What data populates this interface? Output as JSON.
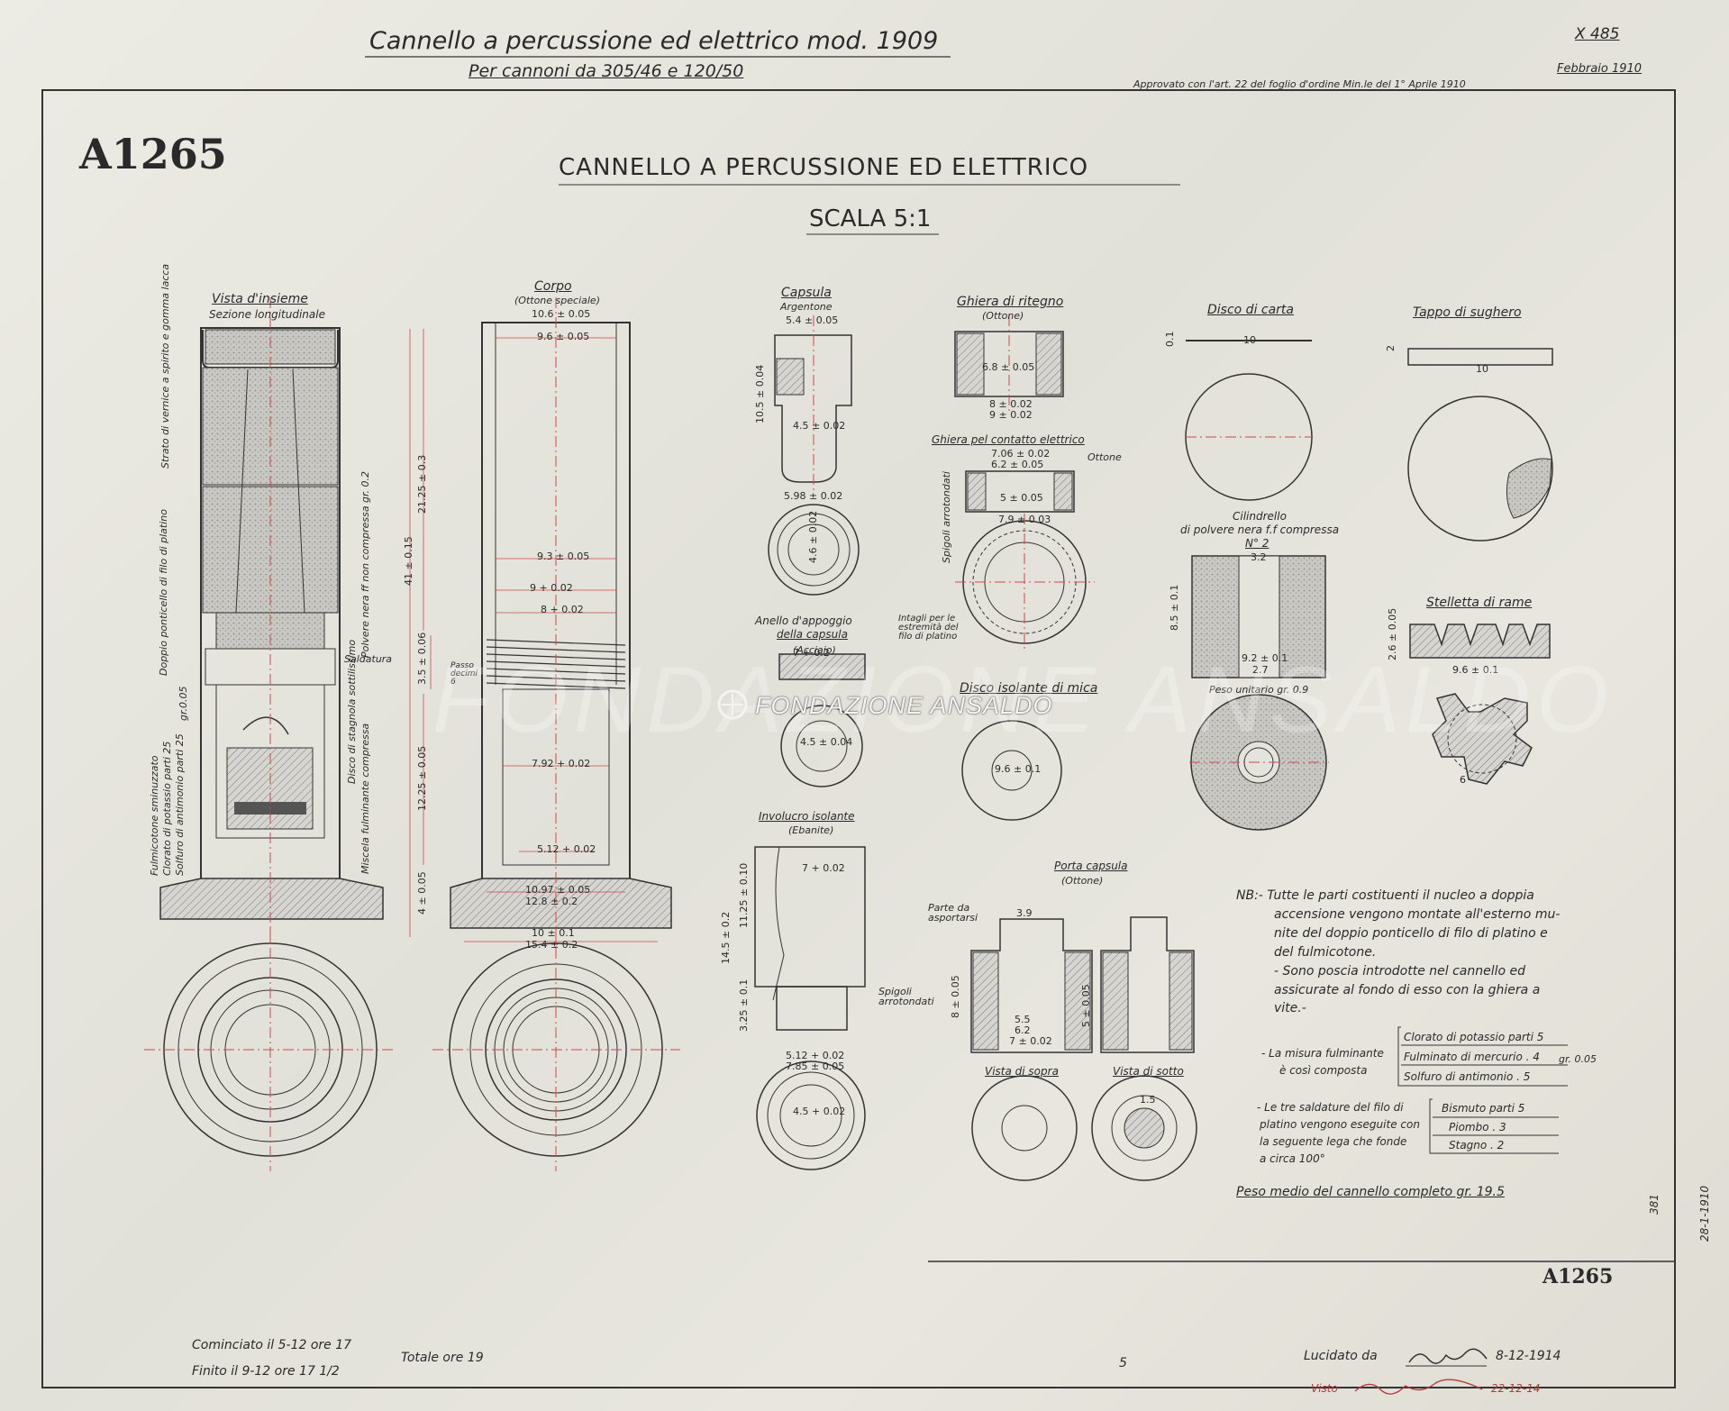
{
  "header": {
    "title_line1": "Cannello a percussione ed elettrico mod. 1909",
    "title_line2": "Per cannoni da 305/46 e 120/50",
    "ref_code": "X 485",
    "approval": "Approvato con l'art. 22 del foglio d'ordine Min.le del 1° Aprile 1910",
    "date": "Febbraio 1910"
  },
  "drawing": {
    "number": "A1265",
    "number_bottom": "A1265",
    "main_title": "CANNELLO A PERCUSSIONE ED ELETTRICO",
    "scale": "SCALA 5:1"
  },
  "views": {
    "vista_insieme": "Vista d'insieme",
    "sezione": "Sezione longitudinale",
    "corpo": "Corpo",
    "corpo_material": "(Ottone speciale)",
    "capsula": "Capsula",
    "capsula_material": "Argentone",
    "ghiera_ritegno": "Ghiera di ritegno",
    "ghiera_ritegno_material": "(Ottone)",
    "ghiera_contatto": "Ghiera pel contatto elettrico",
    "ghiera_contatto_material": "Ottone",
    "disco_carta": "Disco di carta",
    "tappo_sughero": "Tappo di sughero",
    "cilindrello_l1": "Cilindrello",
    "cilindrello_l2": "di polvere nera f.f compressa",
    "cilindrello_l3": "N° 2",
    "peso_unitario": "Peso unitario gr. 0.9",
    "stelletta": "Stelletta di rame",
    "anello_l1": "Anello d'appoggio",
    "anello_l2": "della capsula",
    "anello_material": "(Acciaio)",
    "disco_mica": "Disco isolante di mica",
    "involucro": "Involucro isolante",
    "involucro_material": "(Ebanite)",
    "porta_capsula": "Porta capsula",
    "porta_material": "(Ottone)",
    "vista_sopra": "Vista di sopra",
    "vista_sotto": "Vista di sotto",
    "parte_asportarsi": "Parte da asportarsi",
    "spigoli_1": "Spigoli arrotondati",
    "spigoli_2": "Spigoli arrotondati",
    "intagli": "Intagli per le estremità del filo di platino",
    "saldatura": "Saldatura",
    "passo": "Passo decimi 6"
  },
  "section_labels": {
    "strato": "Strato di vernice a spirito e gomma lacca",
    "polvere": "Polvere nera ff non compressa gr. 0.2",
    "ponticello": "Doppio ponticello di filo di platino",
    "fulmicotone": "Fulmicotone sminuzzato",
    "clorato": "Clorato di potassio parti 25",
    "solfuro": "Solfuro di antimonio parti 25",
    "disco_stagnola": "Disco di stagnola sottilissimo",
    "miscela": "Miscela fulminante compressa",
    "dim_small": "gr.0.05"
  },
  "dims": {
    "corpo_top": "10.6 ± 0.05",
    "corpo_in1": "9.6 ± 0.05",
    "corpo_in2": "9.3 ± 0.05",
    "corpo_in3": "9 + 0.02",
    "corpo_in4": "8 + 0.02",
    "corpo_in5": "7.92 + 0.02",
    "corpo_in6": "5.12 + 0.02",
    "corpo_base1": "10.97 ± 0.05",
    "corpo_base2": "12.8 ± 0.2",
    "corpo_base3": "10 ± 0.1",
    "corpo_base4": "15.4 ± 0.2",
    "h_total": "41 ± 0.15",
    "h_upper": "21.25 ± 0.3",
    "h_thread": "3.5 ± 0.06",
    "h_lower": "12.25 ± 0.05",
    "h_base": "4 ± 0.05",
    "cap_w1": "5.4 ± 0.05",
    "cap_w2": "4.5 ± 0.02",
    "cap_w3": "5.98 ± 0.02",
    "cap_h1": "10.5 ± 0.04",
    "cap_d": "4.6 ± 0.02",
    "gr_w1": "6.8 ± 0.05",
    "gr_w2": "8 ± 0.02",
    "gr_w3": "9 ± 0.02",
    "gc_w1": "7.06 ± 0.02",
    "gc_w2": "6.2 ± 0.05",
    "gc_w3": "5 ± 0.05",
    "gc_w4": "7.9 ± 0.03",
    "disco_w": "10",
    "disco_h": "0.1",
    "tappo_w": "10",
    "tappo_h": "2",
    "cil_w1": "3.2",
    "cil_w2": "9.2 ± 0.1",
    "cil_w3": "2.7",
    "cil_h": "8.5 ± 0.1",
    "stel_w": "9.6 ± 0.1",
    "stel_h": "2.6 ± 0.05",
    "stel_d": "6",
    "anello_w": "7 + 0.2",
    "anello_d": "4.5 ± 0.04",
    "mica_d": "9.6 ± 0.1",
    "inv_w1": "7 + 0.02",
    "inv_w2": "5.12 + 0.02",
    "inv_w3": "7.85 ± 0.05",
    "inv_h1": "14.5 ± 0.2",
    "inv_h2": "11.25 ± 0.10",
    "inv_h3": "3.25 ± 0.1",
    "inv_d": "4.5 + 0.02",
    "pc_w1": "3.9",
    "pc_w2": "5.5",
    "pc_w3": "6.2",
    "pc_w4": "7 ± 0.02",
    "pc_h1": "8 ± 0.05",
    "pc_h2": "5 ± 0.05",
    "pc_d": "1.5"
  },
  "notes": {
    "nb1": "NB:- Tutte le parti costituenti il nucleo a doppia",
    "nb2": "accensione vengono montate all'esterno mu-",
    "nb3": "nite del doppio ponticello di filo di platino e",
    "nb4": "del fulmicotone.",
    "nb5": "- Sono poscia introdotte nel cannello ed",
    "nb6": "assicurate al fondo di esso con la ghiera a",
    "nb7": "vite.-",
    "mix_l1": "- La misura fulminante",
    "mix_l2": "è così composta",
    "mix_r1": "Clorato di potassio parti 5",
    "mix_r2": "Fulminato di mercurio . 4",
    "mix_r3": "Solfuro di antimonio . 5",
    "mix_total": "gr. 0.05",
    "sald_l1": "- Le tre saldature del filo di",
    "sald_l2": "platino vengono eseguite con",
    "sald_l3": "la seguente lega che fonde",
    "sald_l4": "a circa 100°",
    "sald_r1": "Bismuto parti 5",
    "sald_r2": "Piombo . 3",
    "sald_r3": "Stagno . 2",
    "peso": "Peso medio del cannello completo gr. 19.5"
  },
  "margin": {
    "side1": "381",
    "side2": "28-1-1910",
    "hand1": "Cominciato il 5-12 ore 17",
    "hand2": "Finito il 9-12 ore 17 1/2",
    "hand_total": "Totale ore 19",
    "calco": "Lucidato da",
    "calco_date": "8-12-1914",
    "visto": "Visto",
    "visto_date": "22-12-14",
    "page_mark": "5"
  },
  "watermark": {
    "text": "FONDAZIONE ANSALDO"
  },
  "colors": {
    "ink": "#2a2a2a",
    "red_line": "#c94a4a",
    "paper": "#e6e4dc",
    "hatch": "#8a8a88"
  }
}
